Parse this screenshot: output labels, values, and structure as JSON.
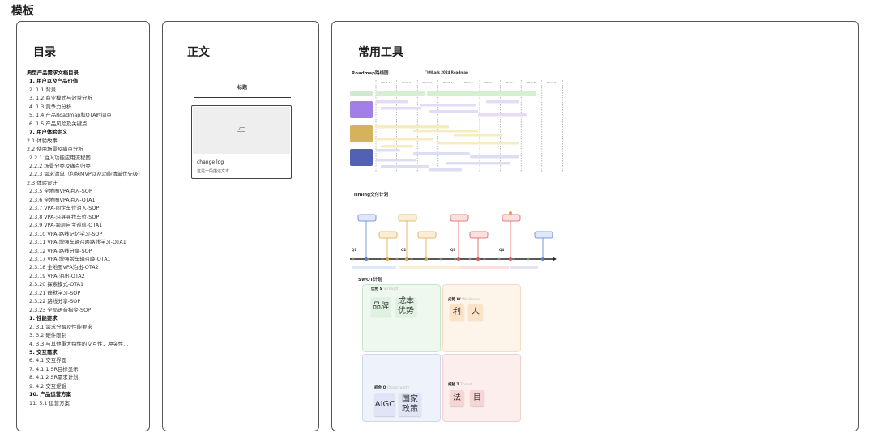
{
  "page": {
    "title": "模板"
  },
  "toc": {
    "title": "目录",
    "items": [
      {
        "text": "典型产品需求文档目录",
        "level": 0,
        "bold": true
      },
      {
        "text": "1. 用户以及产品价值",
        "level": 1,
        "bold": true
      },
      {
        "text": "2.   1.1 背景",
        "level": 1,
        "bold": false
      },
      {
        "text": "3.   1.2 商业模式与效益分析",
        "level": 1,
        "bold": false
      },
      {
        "text": "4.   1.3 竞争力分析",
        "level": 1,
        "bold": false
      },
      {
        "text": "5.   1.4 产品Roadmap和OTA时间点",
        "level": 1,
        "bold": false
      },
      {
        "text": "6.   1.5 产品风险及关键点",
        "level": 1,
        "bold": false
      },
      {
        "text": "7. 用户体验定义",
        "level": 1,
        "bold": true
      },
      {
        "text": "2.1 体验故事",
        "level": 0,
        "bold": false
      },
      {
        "text": "2.2 使用场景及痛点分析",
        "level": 0,
        "bold": false
      },
      {
        "text": "2.2.1 泊入功能应用流程图",
        "level": 2,
        "bold": false
      },
      {
        "text": "2.2.2 场景分类及痛点归类",
        "level": 2,
        "bold": false
      },
      {
        "text": "2.2.3 需求清单（包括MVP以及功能清单优先级）",
        "level": 2,
        "bold": false,
        "wrap": true
      },
      {
        "text": "2.3 体验设计",
        "level": 0,
        "bold": false
      },
      {
        "text": "2.3.5 全地图VPA泊入-SOP",
        "level": 2,
        "bold": false
      },
      {
        "text": "2.3.6 全地图VPA泊入-OTA1",
        "level": 2,
        "bold": false
      },
      {
        "text": "2.3.7 VPA-固定车位泊入-SOP",
        "level": 2,
        "bold": false
      },
      {
        "text": "2.3.8 VPA-沿寻寻找车位-SOP",
        "level": 2,
        "bold": false
      },
      {
        "text": "2.3.9 VPA-跨层自主巡航-OTA1",
        "level": 2,
        "bold": false
      },
      {
        "text": "2.3.10 VPA-路线记忆学习-SOP",
        "level": 2,
        "bold": false
      },
      {
        "text": "2.3.11 VPA-增强车辆召唤路线学习-OTA1",
        "level": 2,
        "bold": false
      },
      {
        "text": "2.3.12 VPA-路线分享-SOP",
        "level": 2,
        "bold": false
      },
      {
        "text": "2.3.17 VPA-增强版车辆召唤-OTA1",
        "level": 2,
        "bold": false
      },
      {
        "text": "2.3.18 全地图VPA泊出-OTA2",
        "level": 2,
        "bold": false
      },
      {
        "text": "2.3.19 VPA-泊出-OTA2",
        "level": 2,
        "bold": false
      },
      {
        "text": "2.3.20 探索模式-OTA1",
        "level": 2,
        "bold": false
      },
      {
        "text": "2.3.21 静默学习-SOP",
        "level": 2,
        "bold": false
      },
      {
        "text": "2.3.22 路线分享-SOP",
        "level": 2,
        "bold": false
      },
      {
        "text": "2.3.23 全局语音指令-SOP",
        "level": 2,
        "bold": false
      },
      {
        "text": "1. 性能要求",
        "level": 1,
        "bold": true
      },
      {
        "text": "2.   3.1 需求分解及性能要求",
        "level": 1,
        "bold": false
      },
      {
        "text": "3.   3.2 硬件限制",
        "level": 1,
        "bold": false
      },
      {
        "text": "4.   3.3 与其他重大特性的交互性，冲突性…",
        "level": 1,
        "bold": false
      },
      {
        "text": "5. 交互需求",
        "level": 1,
        "bold": true
      },
      {
        "text": "6.   4.1 交互界面",
        "level": 1,
        "bold": false
      },
      {
        "text": "7.     4.1.1 SR目标显示",
        "level": 1,
        "bold": false
      },
      {
        "text": "8.     4.1.2 SR需求计划",
        "level": 1,
        "bold": false
      },
      {
        "text": "9.   4.2 交互逻辑",
        "level": 1,
        "bold": false
      },
      {
        "text": "10. 产品运营方案",
        "level": 1,
        "bold": true
      },
      {
        "text": "11.   5.1 运营方案",
        "level": 1,
        "bold": false
      }
    ]
  },
  "body": {
    "title": "正文",
    "heading": "标题",
    "changelog_title": "change log",
    "changelog_desc": "这是一段描述文本"
  },
  "tools": {
    "title": "常用工具",
    "roadmap": {
      "title": "Roadmap路线图",
      "caption": "飞书Lark 2024 Roadmap",
      "sprints": [
        "Week 1",
        "Week 2",
        "Week 3",
        "Week 4",
        "Week 5",
        "Week 6",
        "Week 7",
        "Week 8",
        "Week 9"
      ],
      "lanes": [
        {
          "color": "#a27ee8"
        },
        {
          "color": "#d4b35a"
        },
        {
          "color": "#5361b5"
        }
      ]
    },
    "timing": {
      "title": "Timing交付计划",
      "quarters": [
        "Q1",
        "Q2",
        "Q3",
        "Q4"
      ]
    },
    "swot": {
      "title": "SWOT计划",
      "strength": {
        "label": "优势 S",
        "hint": "Strength",
        "notes": [
          "品牌",
          "成本优势"
        ]
      },
      "weakness": {
        "label": "劣势 W",
        "hint": "Weakness",
        "notes": [
          "利",
          "人"
        ]
      },
      "opportunity": {
        "label": "机会 O",
        "hint": "Opportunity",
        "notes": [
          "AIGC",
          "国家政策"
        ]
      },
      "threat": {
        "label": "威胁 T",
        "hint": "Threat",
        "notes": [
          "法",
          "目"
        ]
      }
    }
  }
}
